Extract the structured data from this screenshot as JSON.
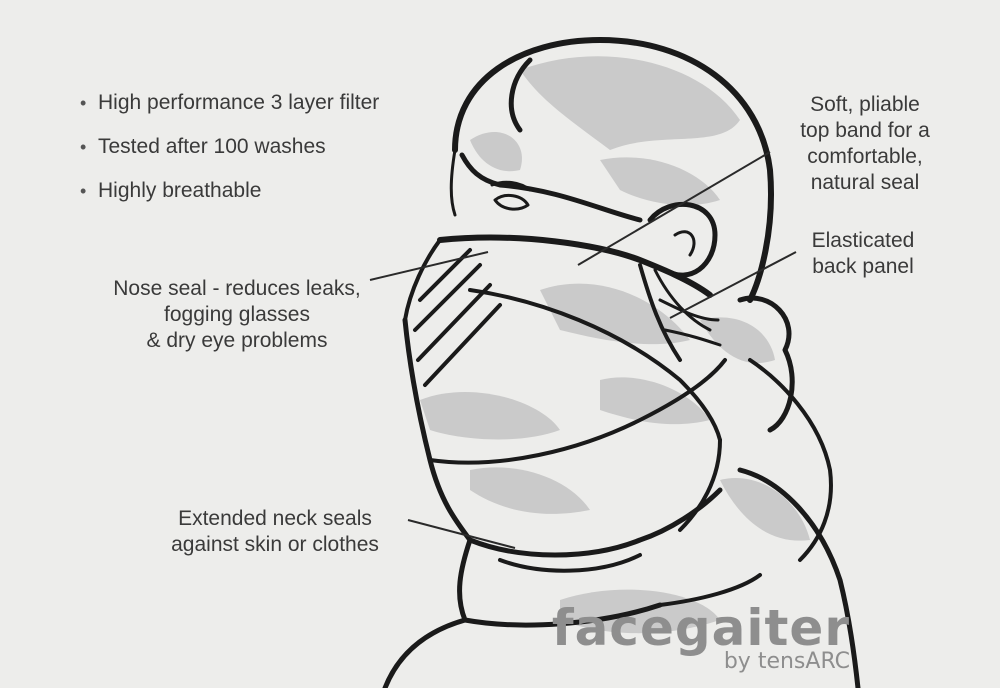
{
  "features": [
    "High performance 3 layer filter",
    "Tested after 100 washes",
    "Highly breathable"
  ],
  "callouts": {
    "nose_seal": "Nose seal - reduces leaks,\nfogging glasses\n& dry eye problems",
    "top_band": "Soft, pliable\ntop band for a\ncomfortable,\nnatural seal",
    "back_panel": "Elasticated\nback panel",
    "neck": "Extended neck seals\nagainst skin or clothes"
  },
  "brand": {
    "name": "facegaiter",
    "sub": "by tensARC"
  },
  "colors": {
    "background": "#ededeb",
    "line": "#1a1a1a",
    "shade": "#c9c9c9",
    "brand": "#8e8e8e"
  }
}
